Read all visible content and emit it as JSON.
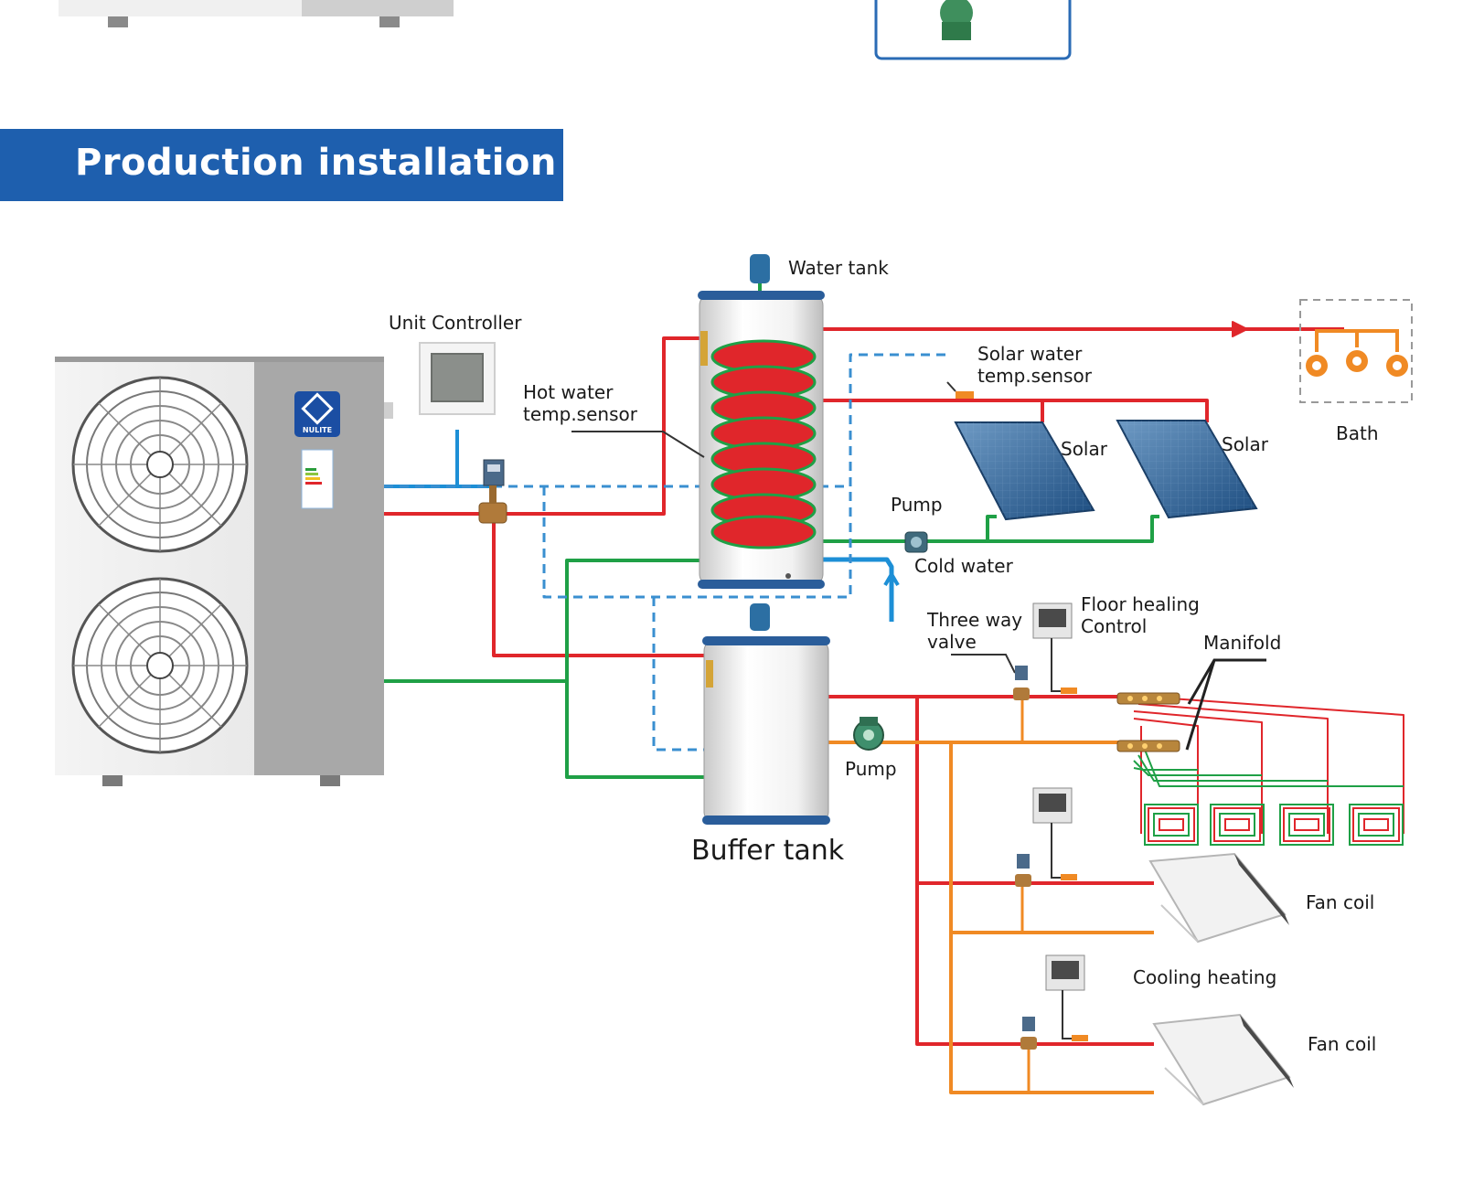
{
  "banner": {
    "title": "Production installation"
  },
  "unit": {
    "brand": "NULITE"
  },
  "labels": {
    "water_tank": "Water tank",
    "unit_controller": "Unit Controller",
    "hot_water_sensor_line1": "Hot water",
    "hot_water_sensor_line2": "temp.sensor",
    "solar_sensor_line1": "Solar water",
    "solar_sensor_line2": "temp.sensor",
    "solar_1": "Solar",
    "solar_2": "Solar",
    "bath": "Bath",
    "pump_solar": "Pump",
    "cold_water": "Cold water",
    "three_way_line1": "Three way",
    "three_way_line2": "valve",
    "floor_control_line1": "Floor healing",
    "floor_control_line2": "Control",
    "manifold": "Manifold",
    "pump_buffer": "Pump",
    "buffer_tank": "Buffer tank",
    "fan_coil_1": "Fan coil",
    "cooling_heating": "Cooling heating",
    "fan_coil_2": "Fan coil"
  },
  "colors": {
    "banner": "#1e5fae",
    "hot_pipe": "#e0262b",
    "return_pipe": "#1fa046",
    "cold_pipe": "#1d8fd6",
    "orange_pipe": "#f08a24",
    "signal_line": "#3a8fd0"
  }
}
